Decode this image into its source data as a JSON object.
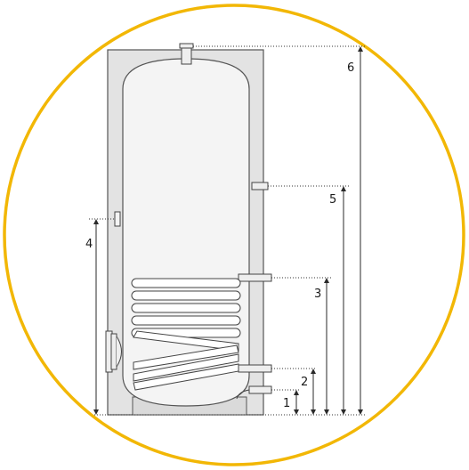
{
  "colors": {
    "circle": "#f2b705",
    "casing": "#e3e3e3",
    "inner_tank": "#f4f4f4",
    "coil": "#ffffff",
    "line": "#2a2a2a"
  },
  "dimensions": [
    {
      "id": "d1",
      "label": "1"
    },
    {
      "id": "d2",
      "label": "2"
    },
    {
      "id": "d3",
      "label": "3"
    },
    {
      "id": "d4",
      "label": "4"
    },
    {
      "id": "d5",
      "label": "5"
    },
    {
      "id": "d6",
      "label": "6"
    }
  ]
}
